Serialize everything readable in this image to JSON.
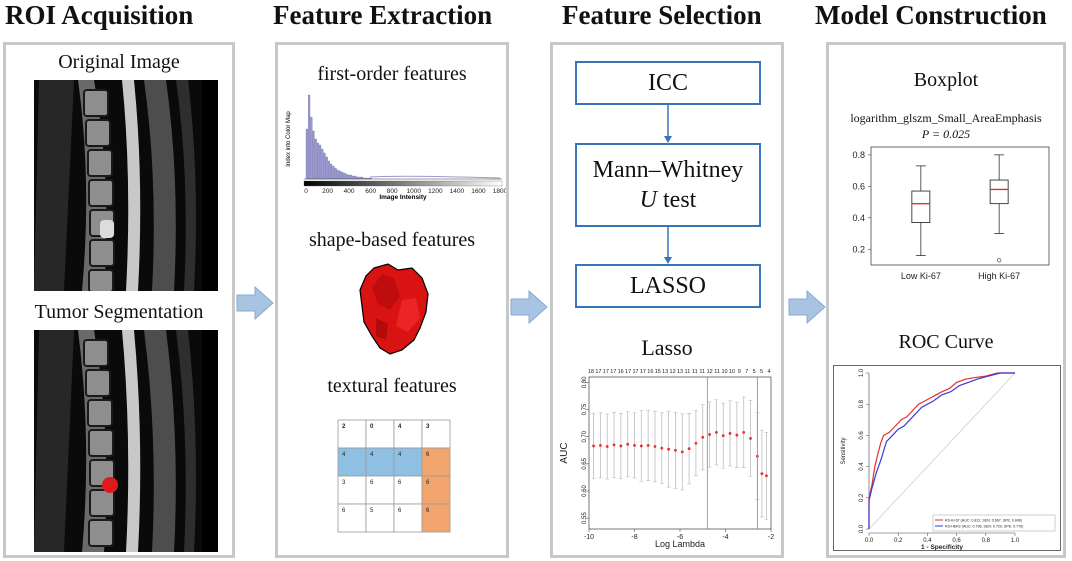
{
  "stages": {
    "roi": "ROI Acquisition",
    "feature_extraction": "Feature Extraction",
    "feature_selection": "Feature Selection",
    "model_construction": "Model Construction"
  },
  "roi": {
    "original_label": "Original Image",
    "segmentation_label": "Tumor Segmentation"
  },
  "extraction": {
    "first_order_label": "first-order features",
    "shape_label": "shape-based features",
    "textural_label": "textural features",
    "histogram": {
      "ylabel": "Index into Color Map",
      "xlabel": "Image Intensity",
      "x_ticks": [
        "0",
        "200",
        "400",
        "600",
        "800",
        "1000",
        "1200",
        "1400",
        "1600",
        "1800"
      ]
    },
    "matrix": {
      "header": [
        "2",
        "0",
        "4",
        "3"
      ],
      "rows": [
        [
          "4",
          "4",
          "4",
          "6"
        ],
        [
          "3",
          "6",
          "6",
          "6"
        ],
        [
          "6",
          "5",
          "6",
          "6"
        ]
      ],
      "highlight_row_color": "#8fbfe3",
      "highlight_col_color": "#f2a66e"
    }
  },
  "selection": {
    "steps": [
      "ICC",
      "Mann–Whitney",
      "U",
      " test",
      "LASSO"
    ],
    "lasso_title": "Lasso",
    "chart_data": {
      "type": "scatter",
      "title": "Lasso",
      "xlabel": "Log Lambda",
      "ylabel": "AUC",
      "xlim": [
        -10,
        -2
      ],
      "ylim": [
        0.53,
        0.81
      ],
      "x_ticks": [
        "-10",
        "-8",
        "-6",
        "-4",
        "-2"
      ],
      "y_ticks": [
        "0.55",
        "0.60",
        "0.65",
        "0.70",
        "0.75",
        "0.80"
      ],
      "top_ticks": [
        "18",
        "17",
        "17",
        "17",
        "16",
        "17",
        "17",
        "17",
        "16",
        "15",
        "13",
        "12",
        "13",
        "11",
        "11",
        "11",
        "12",
        "11",
        "10",
        "10",
        "9",
        "7",
        "5",
        "5",
        "4"
      ],
      "vlines": [
        -4.8,
        -2.6
      ],
      "x": [
        -9.8,
        -9.5,
        -9.2,
        -8.9,
        -8.6,
        -8.3,
        -8.0,
        -7.7,
        -7.4,
        -7.1,
        -6.8,
        -6.5,
        -6.2,
        -5.9,
        -5.6,
        -5.3,
        -5.0,
        -4.7,
        -4.4,
        -4.1,
        -3.8,
        -3.5,
        -3.2,
        -2.9,
        -2.6,
        -2.4,
        -2.2
      ],
      "y": [
        0.683,
        0.684,
        0.682,
        0.685,
        0.683,
        0.686,
        0.684,
        0.683,
        0.684,
        0.682,
        0.679,
        0.677,
        0.675,
        0.672,
        0.678,
        0.688,
        0.699,
        0.704,
        0.708,
        0.702,
        0.706,
        0.703,
        0.708,
        0.697,
        0.664,
        0.632,
        0.628
      ],
      "err": [
        0.06,
        0.06,
        0.06,
        0.06,
        0.06,
        0.06,
        0.06,
        0.065,
        0.065,
        0.065,
        0.065,
        0.07,
        0.07,
        0.07,
        0.065,
        0.06,
        0.06,
        0.06,
        0.06,
        0.06,
        0.06,
        0.06,
        0.065,
        0.07,
        0.08,
        0.08,
        0.08
      ]
    }
  },
  "model": {
    "boxplot_title": "Boxplot",
    "boxplot_feature": "logarithm_glszm_Small_AreaEmphasis",
    "boxplot_p": "P = 0.025",
    "boxplot_chart": {
      "type": "box",
      "categories": [
        "Low Ki-67",
        "High Ki-67"
      ],
      "ylim": [
        0.1,
        0.85
      ],
      "y_ticks": [
        "0.2",
        "0.4",
        "0.6",
        "0.8"
      ],
      "boxes": [
        {
          "min": 0.16,
          "q1": 0.37,
          "median": 0.49,
          "q3": 0.57,
          "max": 0.73
        },
        {
          "min": 0.3,
          "q1": 0.49,
          "median": 0.58,
          "q3": 0.64,
          "max": 0.8,
          "outliers": [
            0.13
          ]
        }
      ],
      "median_color": "#e03030"
    },
    "roc_title": "ROC Curve",
    "roc_chart": {
      "type": "line",
      "xlabel": "1 - Specificity",
      "ylabel": "Sensitivity",
      "xlim": [
        0,
        1
      ],
      "ylim": [
        0,
        1
      ],
      "x_ticks": [
        "0.0",
        "0.2",
        "0.4",
        "0.6",
        "0.8",
        "1.0"
      ],
      "y_ticks": [
        "0.0",
        "0.2",
        "0.4",
        "0.6",
        "0.8",
        "1.0"
      ],
      "series": [
        {
          "name": "RS-Ki-67 (AUC: 0.812, SEN: 0.667, SPE: 0.846)",
          "color": "#e23030",
          "x": [
            0,
            0,
            0.02,
            0.04,
            0.06,
            0.08,
            0.1,
            0.14,
            0.18,
            0.22,
            0.26,
            0.3,
            0.34,
            0.38,
            0.42,
            0.46,
            0.5,
            0.55,
            0.6,
            0.66,
            0.72,
            0.8,
            0.88,
            1.0
          ],
          "y": [
            0,
            0.2,
            0.28,
            0.4,
            0.48,
            0.55,
            0.6,
            0.62,
            0.66,
            0.7,
            0.72,
            0.76,
            0.8,
            0.82,
            0.84,
            0.86,
            0.88,
            0.9,
            0.94,
            0.96,
            0.97,
            0.98,
            1.0,
            1.0
          ]
        },
        {
          "name": "RS-HER2 (AUC: 0.796, SEN: 0.720, SPE: 0.776)",
          "color": "#3a3ad8",
          "x": [
            0,
            0,
            0.02,
            0.05,
            0.08,
            0.1,
            0.12,
            0.16,
            0.2,
            0.24,
            0.28,
            0.32,
            0.36,
            0.4,
            0.44,
            0.5,
            0.56,
            0.62,
            0.68,
            0.74,
            0.82,
            0.9,
            1.0
          ],
          "y": [
            0,
            0.18,
            0.26,
            0.36,
            0.44,
            0.5,
            0.56,
            0.6,
            0.64,
            0.66,
            0.7,
            0.74,
            0.78,
            0.8,
            0.82,
            0.86,
            0.88,
            0.92,
            0.94,
            0.96,
            0.98,
            1.0,
            1.0
          ]
        }
      ]
    }
  }
}
